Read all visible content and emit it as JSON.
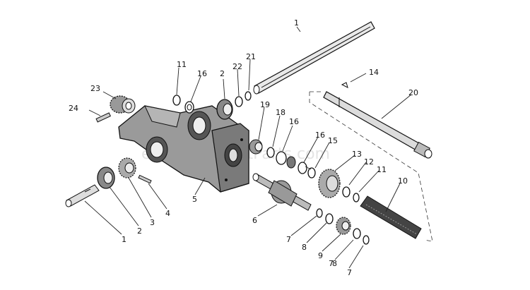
{
  "watermark": "eReplacementParts.com",
  "callouts": [
    {
      "key": "c1a",
      "text": "1"
    },
    {
      "key": "c1b",
      "text": "1"
    },
    {
      "key": "c2a",
      "text": "2"
    },
    {
      "key": "c2b",
      "text": "2"
    },
    {
      "key": "c3",
      "text": "3"
    },
    {
      "key": "c4",
      "text": "4"
    },
    {
      "key": "c5",
      "text": "5"
    },
    {
      "key": "c6",
      "text": "6"
    },
    {
      "key": "c7a",
      "text": "7"
    },
    {
      "key": "c7b",
      "text": "7"
    },
    {
      "key": "c7c",
      "text": "7"
    },
    {
      "key": "c8a",
      "text": "8"
    },
    {
      "key": "c8b",
      "text": "8"
    },
    {
      "key": "c9",
      "text": "9"
    },
    {
      "key": "c10",
      "text": "10"
    },
    {
      "key": "c11a",
      "text": "11"
    },
    {
      "key": "c11b",
      "text": "11"
    },
    {
      "key": "c12",
      "text": "12"
    },
    {
      "key": "c13",
      "text": "13"
    },
    {
      "key": "c14",
      "text": "14"
    },
    {
      "key": "c15",
      "text": "15"
    },
    {
      "key": "c16a",
      "text": "16"
    },
    {
      "key": "c16b",
      "text": "16"
    },
    {
      "key": "c16c",
      "text": "16"
    },
    {
      "key": "c18",
      "text": "18"
    },
    {
      "key": "c19",
      "text": "19"
    },
    {
      "key": "c20",
      "text": "20"
    },
    {
      "key": "c21",
      "text": "21"
    },
    {
      "key": "c22",
      "text": "22"
    },
    {
      "key": "c23",
      "text": "23"
    },
    {
      "key": "c24",
      "text": "24"
    }
  ]
}
